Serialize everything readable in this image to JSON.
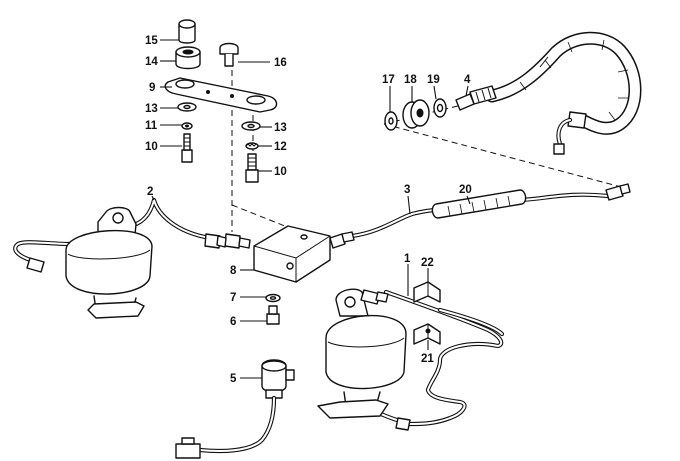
{
  "callouts": [
    {
      "id": "1",
      "text": "1"
    },
    {
      "id": "2",
      "text": "2"
    },
    {
      "id": "3",
      "text": "3"
    },
    {
      "id": "4",
      "text": "4"
    },
    {
      "id": "5",
      "text": "5"
    },
    {
      "id": "6",
      "text": "6"
    },
    {
      "id": "7",
      "text": "7"
    },
    {
      "id": "8",
      "text": "8"
    },
    {
      "id": "9",
      "text": "9"
    },
    {
      "id": "10a",
      "text": "10"
    },
    {
      "id": "10b",
      "text": "10"
    },
    {
      "id": "11",
      "text": "11"
    },
    {
      "id": "12",
      "text": "12"
    },
    {
      "id": "13a",
      "text": "13"
    },
    {
      "id": "13b",
      "text": "13"
    },
    {
      "id": "14",
      "text": "14"
    },
    {
      "id": "15",
      "text": "15"
    },
    {
      "id": "16",
      "text": "16"
    },
    {
      "id": "17",
      "text": "17"
    },
    {
      "id": "18",
      "text": "18"
    },
    {
      "id": "19",
      "text": "19"
    },
    {
      "id": "20",
      "text": "20"
    },
    {
      "id": "21",
      "text": "21"
    },
    {
      "id": "22",
      "text": "22"
    }
  ],
  "colors": {
    "ink": "#111111",
    "paper": "#ffffff"
  }
}
